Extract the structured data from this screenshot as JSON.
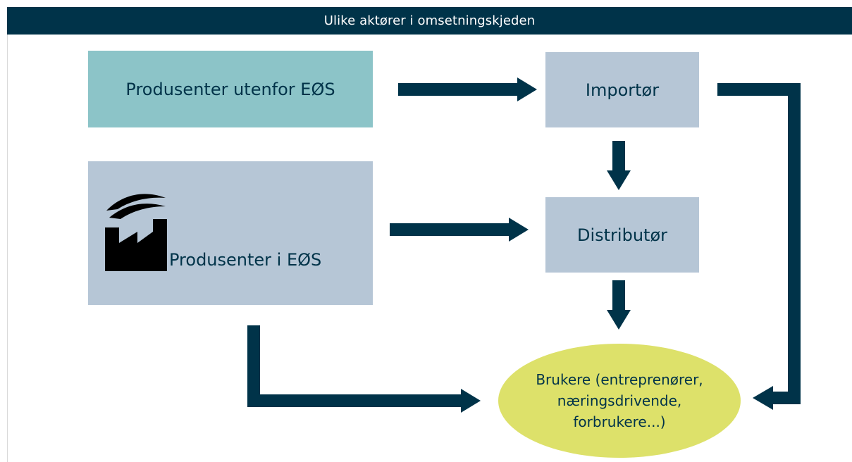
{
  "title": "Ulike aktører i omsetningskjeden",
  "nodes": {
    "outside_producers": "Produsenter utenfor EØS",
    "inside_producers": "Produsenter i EØS",
    "importer": "Importør",
    "distributor": "Distributør",
    "users": {
      "line1": "Brukere (entreprenører,",
      "line2": "næringsdrivende,",
      "line3": "forbrukere...)"
    }
  },
  "icons": {
    "factory": "factory-icon"
  },
  "colors": {
    "header": "#003349",
    "outside_box": "#8cc4c8",
    "gray_box": "#b6c6d6",
    "users_ellipse": "#dde16a",
    "arrow": "#003349"
  }
}
